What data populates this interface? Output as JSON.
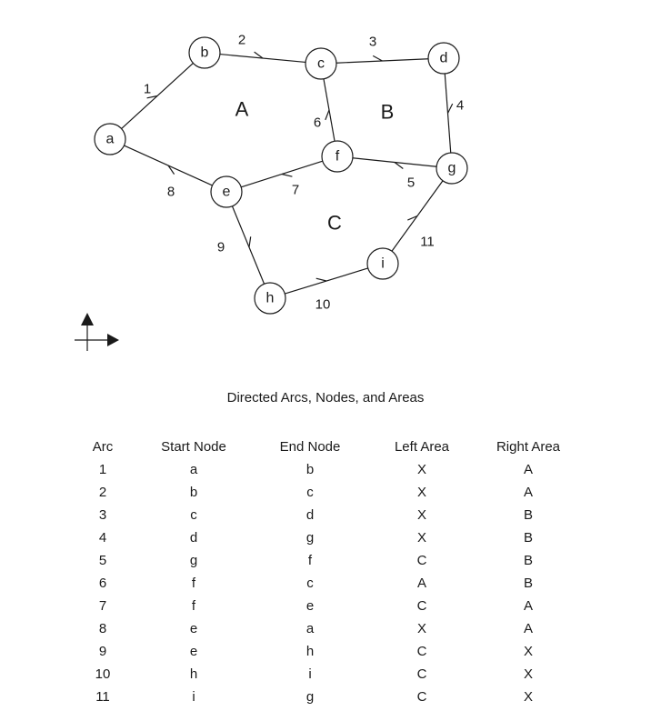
{
  "nodes": [
    {
      "id": "a",
      "label": "a"
    },
    {
      "id": "b",
      "label": "b"
    },
    {
      "id": "c",
      "label": "c"
    },
    {
      "id": "d",
      "label": "d"
    },
    {
      "id": "e",
      "label": "e"
    },
    {
      "id": "f",
      "label": "f"
    },
    {
      "id": "g",
      "label": "g"
    },
    {
      "id": "h",
      "label": "h"
    },
    {
      "id": "i",
      "label": "i"
    }
  ],
  "arcs": [
    {
      "label": "1",
      "from": "a",
      "to": "b"
    },
    {
      "label": "2",
      "from": "b",
      "to": "c"
    },
    {
      "label": "3",
      "from": "c",
      "to": "d"
    },
    {
      "label": "4",
      "from": "d",
      "to": "g"
    },
    {
      "label": "5",
      "from": "g",
      "to": "f"
    },
    {
      "label": "6",
      "from": "f",
      "to": "c"
    },
    {
      "label": "7",
      "from": "f",
      "to": "e"
    },
    {
      "label": "8",
      "from": "e",
      "to": "a"
    },
    {
      "label": "9",
      "from": "e",
      "to": "h"
    },
    {
      "label": "10",
      "from": "h",
      "to": "i"
    },
    {
      "label": "11",
      "from": "i",
      "to": "g"
    }
  ],
  "areas": [
    "A",
    "B",
    "C"
  ],
  "table": {
    "title": "Directed Arcs, Nodes, and Areas",
    "headers": [
      "Arc",
      "Start Node",
      "End Node",
      "Left Area",
      "Right Area"
    ],
    "rows": [
      [
        "1",
        "a",
        "b",
        "X",
        "A"
      ],
      [
        "2",
        "b",
        "c",
        "X",
        "A"
      ],
      [
        "3",
        "c",
        "d",
        "X",
        "B"
      ],
      [
        "4",
        "d",
        "g",
        "X",
        "B"
      ],
      [
        "5",
        "g",
        "f",
        "C",
        "B"
      ],
      [
        "6",
        "f",
        "c",
        "A",
        "B"
      ],
      [
        "7",
        "f",
        "e",
        "C",
        "A"
      ],
      [
        "8",
        "e",
        "a",
        "X",
        "A"
      ],
      [
        "9",
        "e",
        "h",
        "C",
        "X"
      ],
      [
        "10",
        "h",
        "i",
        "C",
        "X"
      ],
      [
        "11",
        "i",
        "g",
        "C",
        "X"
      ]
    ]
  }
}
